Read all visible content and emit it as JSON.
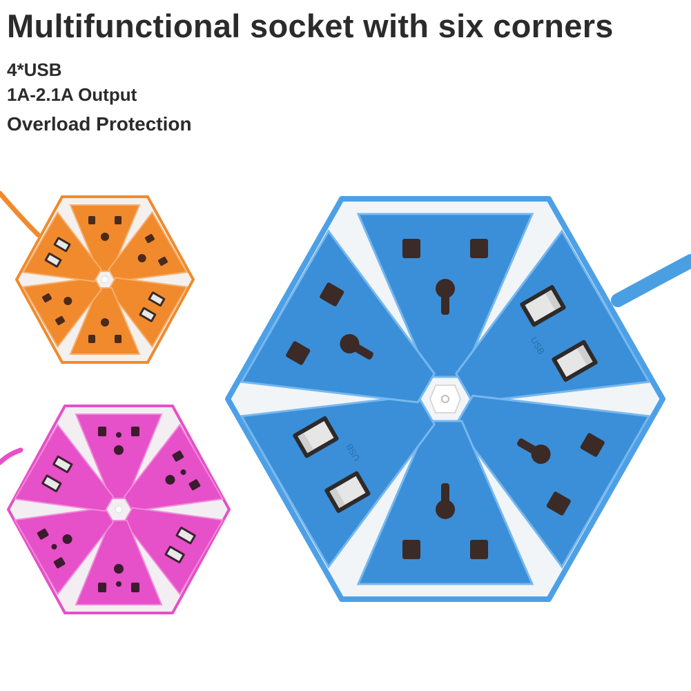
{
  "headline": "Multifunctional socket with six corners",
  "features": [
    "4*USB",
    "1A-2.1A Output",
    "Overload Protection"
  ],
  "usb_label": "USB",
  "products": [
    {
      "name": "blue-socket",
      "color": "#3a8fd8",
      "rim": "#4da0e6"
    },
    {
      "name": "orange-socket",
      "color": "#f08a2c",
      "rim": "#f39a3e"
    },
    {
      "name": "pink-socket",
      "color": "#e650c8",
      "rim": "#e862cf"
    }
  ]
}
